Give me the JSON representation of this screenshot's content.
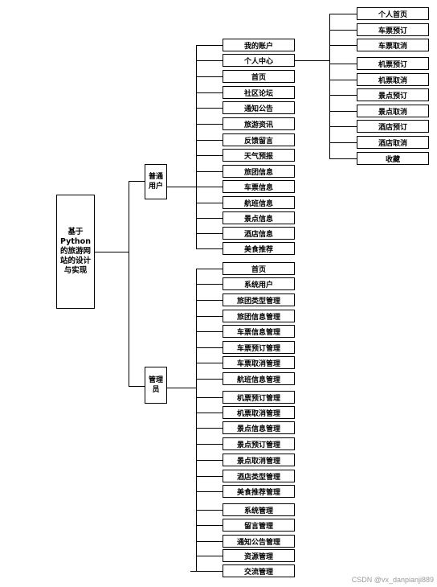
{
  "diagram": {
    "root": "基于Python的旅游网站的设计与实现",
    "user": {
      "label": "普通用户",
      "items": [
        "我的账户",
        "个人中心",
        "首页",
        "社区论坛",
        "通知公告",
        "旅游资讯",
        "反馈留言",
        "天气预报",
        "旅团信息",
        "车票信息",
        "航班信息",
        "景点信息",
        "酒店信息",
        "美食推荐"
      ],
      "center_items": [
        "个人首页",
        "车票预订",
        "车票取消",
        "机票预订",
        "机票取消",
        "景点预订",
        "景点取消",
        "酒店预订",
        "酒店取消",
        "收藏"
      ]
    },
    "admin": {
      "label": "管理员",
      "items": [
        "首页",
        "系统用户",
        "旅团类型管理",
        "旅团信息管理",
        "车票信息管理",
        "车票预订管理",
        "车票取消管理",
        "航班信息管理",
        "机票预订管理",
        "机票取消管理",
        "景点信息管理",
        "景点预订管理",
        "景点取消管理",
        "酒店类型管理",
        "美食推荐管理",
        "系统管理",
        "留言管理",
        "通知公告管理",
        "资源管理",
        "交流管理"
      ]
    }
  },
  "watermark": "CSDN @vx_danpianji889"
}
